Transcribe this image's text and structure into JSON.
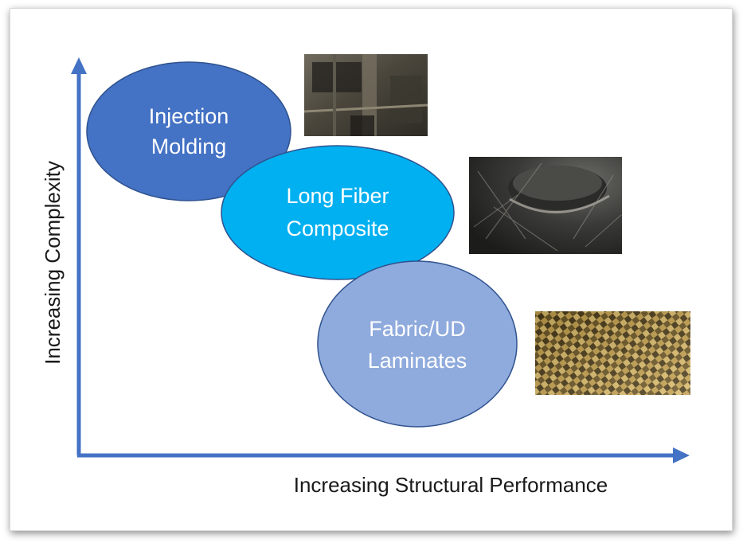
{
  "axes": {
    "x_label": "Increasing Structural Performance",
    "y_label": "Increasing Complexity",
    "color": "#4472C4"
  },
  "bubbles": [
    {
      "line1": "Injection",
      "line2": "Molding",
      "fill": "#4472C4"
    },
    {
      "line1": "Long Fiber",
      "line2": "Composite",
      "fill": "#00B0F0"
    },
    {
      "line1": "Fabric/UD",
      "line2": "Laminates",
      "fill": "#8FAADC"
    }
  ],
  "photos": [
    {
      "subject": "injection-molded-part-photo"
    },
    {
      "subject": "long-fiber-composite-part-photo"
    },
    {
      "subject": "woven-carbon-fabric-photo"
    }
  ]
}
